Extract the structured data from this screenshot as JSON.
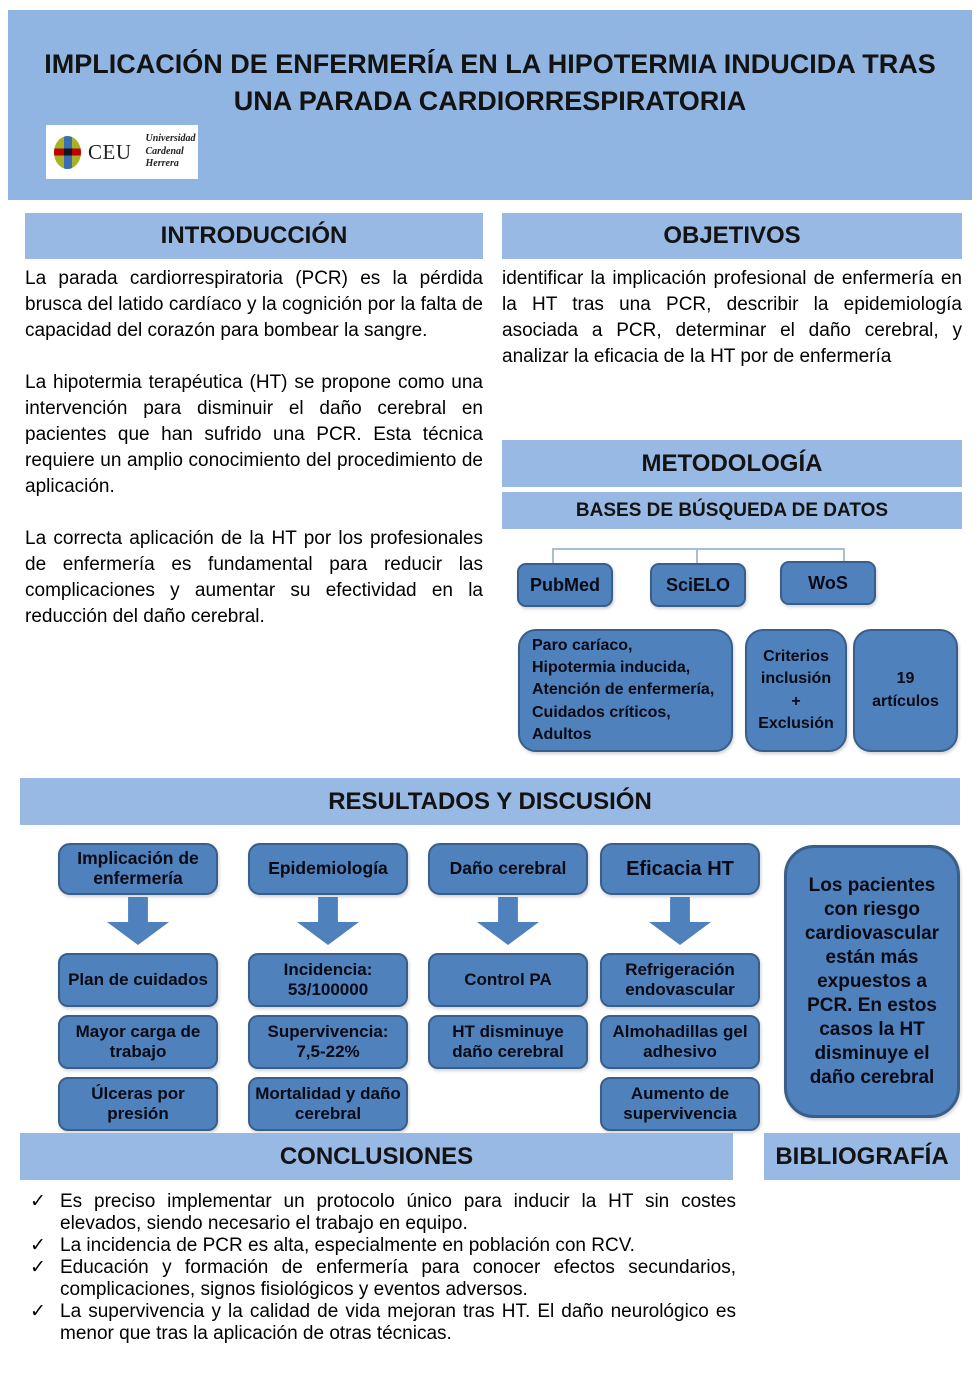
{
  "header": {
    "title_line1": "IMPLICACIÓN DE ENFERMERÍA EN LA HIPOTERMIA INDUCIDA TRAS",
    "title_line2": "UNA PARADA CARDIORRESPIRATORIA",
    "logo": {
      "acronym": "CEU",
      "org_line1": "Universidad",
      "org_line2": "Cardenal Herrera"
    }
  },
  "introduccion": {
    "title": "INTRODUCCIÓN",
    "paragraphs": [
      "La parada cardiorrespiratoria (PCR) es la pérdida brusca del latido cardíaco y la cognición por la falta de capacidad del corazón para bombear la sangre.",
      "La hipotermia terapéutica (HT) se propone como una intervención para disminuir el daño cerebral en pacientes que han sufrido una PCR. Esta técnica requiere un amplio conocimiento del procedimiento de aplicación.",
      "La correcta aplicación de la HT por los profesionales de enfermería es fundamental para reducir las complicaciones y aumentar su efectividad en la reducción del daño cerebral."
    ]
  },
  "objetivos": {
    "title": "OBJETIVOS",
    "text": "identificar la implicación profesional de enfermería en la HT tras una PCR, describir la epidemiología asociada a PCR, determinar el daño cerebral, y analizar la eficacia de la HT por de enfermería"
  },
  "metodologia": {
    "title": "METODOLOGÍA",
    "subtitle": "BASES DE BÚSQUEDA DE DATOS",
    "databases": [
      "PubMed",
      "SciELO",
      "WoS"
    ],
    "keywords": "Paro caríaco,\nHipotermia inducida,\nAtención de enfermería,\nCuidados críticos,\nAdultos",
    "criteria": "Criterios\ninclusión\n+\nExclusión",
    "articles": "19\nartículos"
  },
  "resultados": {
    "title": "RESULTADOS Y DISCUSIÓN",
    "columns": [
      {
        "header": "Implicación de enfermería",
        "items": [
          "Plan de cuidados",
          "Mayor carga de trabajo",
          "Úlceras por presión"
        ]
      },
      {
        "header": "Epidemiología",
        "items": [
          "Incidencia: 53/100000",
          "Supervivencia: 7,5-22%",
          "Mortalidad y daño cerebral"
        ]
      },
      {
        "header": "Daño cerebral",
        "items": [
          "Control PA",
          "HT disminuye daño cerebral"
        ]
      },
      {
        "header": "Eficacia HT",
        "items": [
          "Refrigeración endovascular",
          "Almohadillas gel adhesivo",
          "Aumento de supervivencia"
        ]
      }
    ],
    "side_note": "Los pacientes con riesgo cardiovascular están más expuestos a PCR. En estos casos la HT disminuye el daño cerebral"
  },
  "conclusiones": {
    "title": "CONCLUSIONES",
    "bullets": [
      "Es preciso implementar un protocolo único para inducir la HT sin costes elevados, siendo necesario el trabajo en equipo.",
      "La incidencia de PCR es alta, especialmente en población con RCV.",
      "Educación y formación de enfermería para conocer efectos secundarios, complicaciones, signos fisiológicos y eventos adversos.",
      "La supervivencia y la calidad de vida mejoran tras HT. El daño neurológico es menor que tras la aplicación de otras técnicas."
    ]
  },
  "bibliografia": {
    "title": "BIBLIOGRAFÍA"
  },
  "icons": {
    "check": "✓"
  },
  "colors": {
    "banner_blue": "#91b5e2",
    "bar_blue": "#97b9e4",
    "box_fill_blue": "#4f81bd",
    "box_border_blue": "#3a5e8a",
    "crest_olive": "#a4b422",
    "crest_blue": "#3a6db5",
    "crest_red": "#c00000"
  }
}
